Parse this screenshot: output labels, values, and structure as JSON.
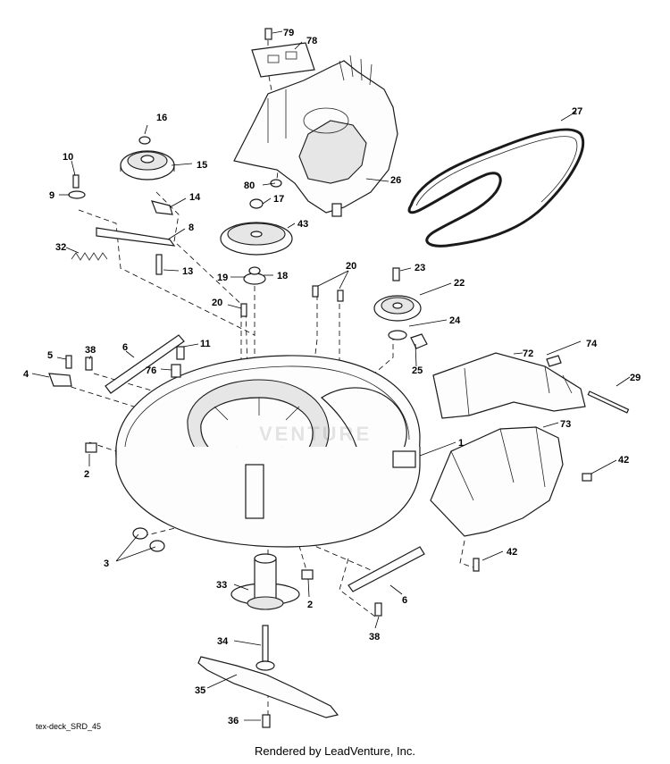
{
  "diagram_code": "tex-deck_SRD_45",
  "footer": "Rendered by LeadVenture, Inc.",
  "watermark": "VENTURE",
  "callouts": [
    "79",
    "78",
    "16",
    "15",
    "10",
    "9",
    "14",
    "8",
    "32",
    "13",
    "17",
    "43",
    "80",
    "26",
    "27",
    "19",
    "18",
    "20",
    "20",
    "23",
    "22",
    "24",
    "25",
    "5",
    "38",
    "6",
    "11",
    "76",
    "4",
    "72",
    "74",
    "29",
    "73",
    "1",
    "2",
    "42",
    "3",
    "42",
    "33",
    "2",
    "6",
    "38",
    "34",
    "35",
    "36"
  ]
}
